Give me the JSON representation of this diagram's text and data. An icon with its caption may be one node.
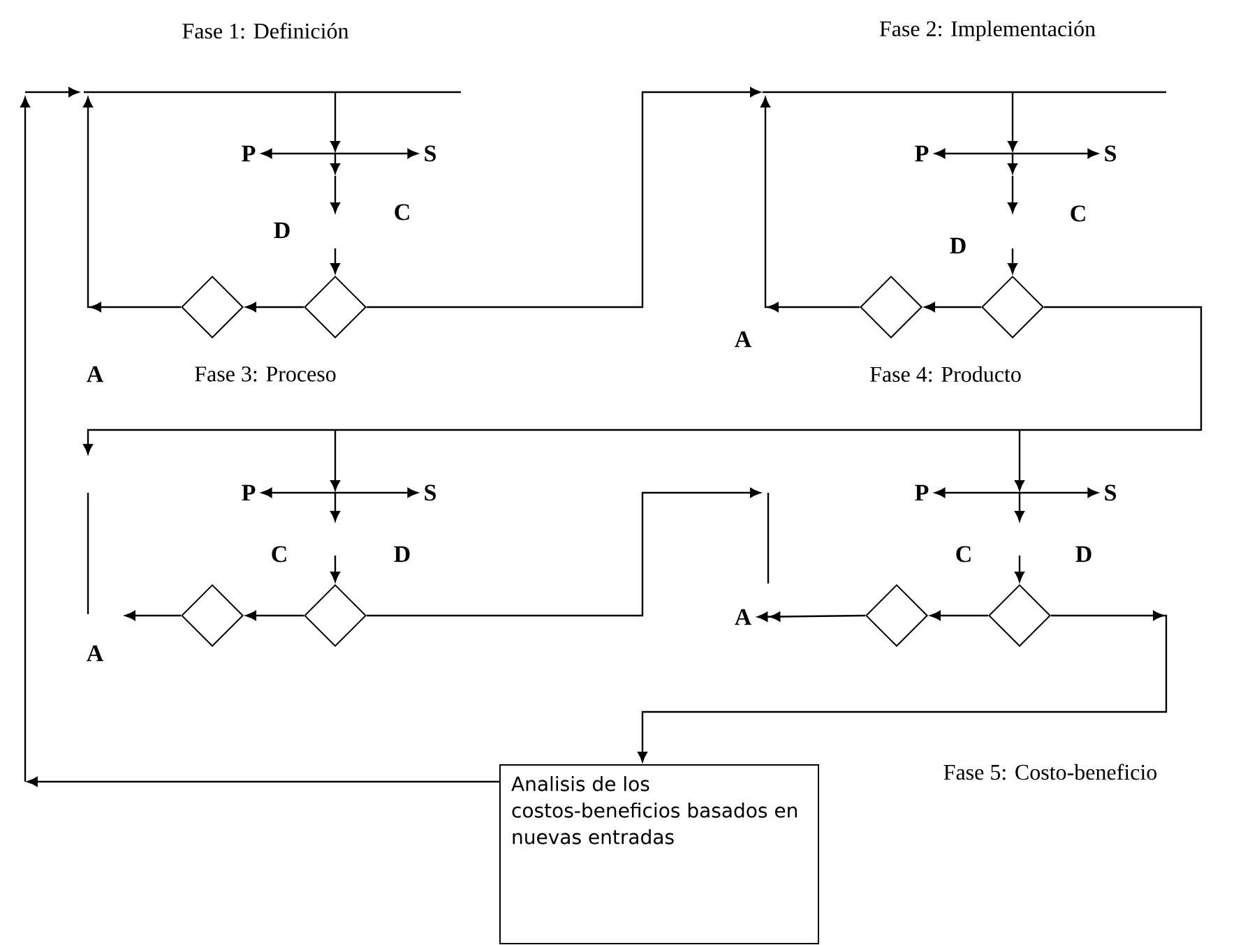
{
  "diagram": {
    "nodes": [
      {
        "text": [
          "P"
        ]
      },
      {
        "text": [
          "S"
        ]
      },
      {
        "text": [
          "D"
        ]
      },
      {
        "text": [
          "C"
        ]
      },
      {
        "text": [],
        "shape": "diamond"
      },
      {
        "text": [],
        "shape": "diamond"
      },
      {
        "text": [
          "A"
        ]
      },
      {
        "text": [
          "P"
        ]
      },
      {
        "text": [
          "S"
        ]
      },
      {
        "text": [
          "C"
        ]
      },
      {
        "text": [
          "D"
        ]
      },
      {
        "text": [],
        "shape": "diamond"
      },
      {
        "text": [],
        "shape": "diamond"
      },
      {
        "text": [
          "A"
        ]
      },
      {
        "text": [
          "P"
        ]
      },
      {
        "text": [
          "S"
        ]
      },
      {
        "text": [
          "C"
        ]
      },
      {
        "text": [
          "D"
        ]
      },
      {
        "text": [],
        "shape": "diamond"
      },
      {
        "text": [],
        "shape": "diamond"
      },
      {
        "text": [
          "A"
        ]
      },
      {
        "text": [
          "P"
        ]
      },
      {
        "text": [
          "S"
        ]
      },
      {
        "text": [
          "C"
        ]
      },
      {
        "text": [
          "D"
        ]
      },
      {
        "text": [
          "A"
        ]
      },
      {
        "text": [],
        "shape": "diamond"
      },
      {
        "text": [],
        "shape": "diamond"
      },
      {
        "text": [
          "Analisis de los costos-beneficios basados en nuevas entradas"
        ]
      }
    ],
    "edges": [
      {
        "from": 0,
        "to": 1,
        "arrow": "both"
      },
      {
        "from": null,
        "to": 5,
        "arrow": "to"
      },
      {
        "from": 5,
        "to": 4,
        "arrow": "to"
      },
      {
        "from": 4,
        "to": null,
        "arrow": "to"
      },
      {
        "from": 5,
        "to": null,
        "arrow": "to"
      },
      {
        "from": 7,
        "to": 8,
        "arrow": "both"
      },
      {
        "from": null,
        "to": 12,
        "arrow": "to"
      },
      {
        "from": 12,
        "to": 11,
        "arrow": "to"
      },
      {
        "from": 11,
        "to": null,
        "arrow": "to"
      },
      {
        "from": 12,
        "to": null,
        "arrow": "to"
      },
      {
        "from": 14,
        "to": 15,
        "arrow": "both"
      },
      {
        "from": null,
        "to": 19,
        "arrow": "to"
      },
      {
        "from": 19,
        "to": 18,
        "arrow": "to"
      },
      {
        "from": 18,
        "to": null,
        "arrow": "to"
      },
      {
        "from": 19,
        "to": null,
        "arrow": "to"
      },
      {
        "from": 21,
        "to": 22,
        "arrow": "both"
      },
      {
        "from": null,
        "to": 27,
        "arrow": "to"
      },
      {
        "from": 27,
        "to": 26,
        "arrow": "to"
      },
      {
        "from": 26,
        "to": 25,
        "arrow": "to"
      },
      {
        "from": 27,
        "to": 28,
        "arrow": "to"
      },
      {
        "from": 28,
        "to": null,
        "arrow": "to"
      }
    ],
    "labels": [
      "Fase 1: Definición",
      "Fase 2: Implementación",
      "Fase 3: Proceso",
      "Fase 4: Producto",
      "Fase 5: Costo-beneficio"
    ]
  }
}
